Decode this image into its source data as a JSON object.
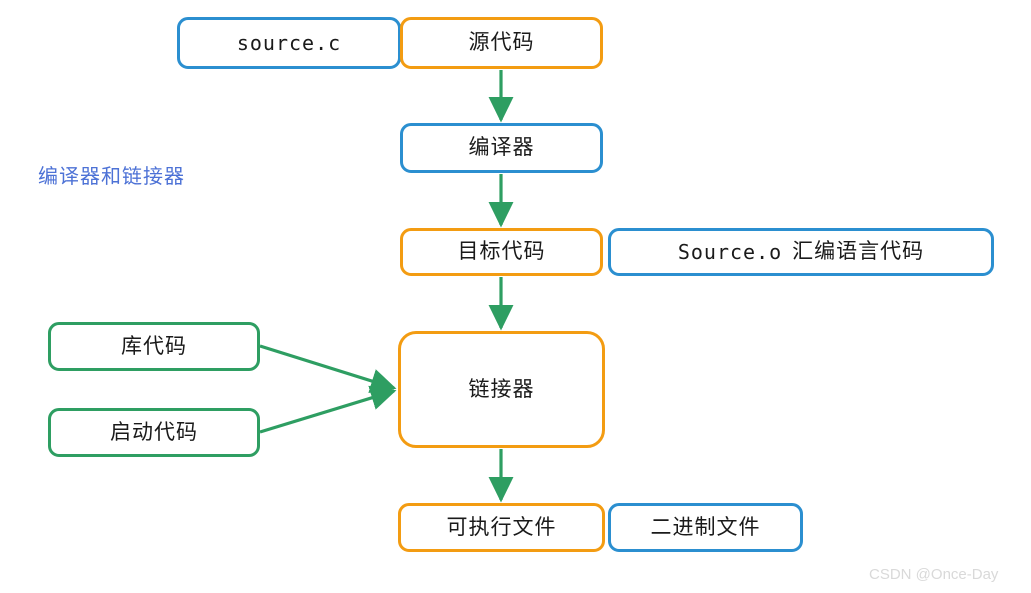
{
  "diagram": {
    "side_title": "编译器和链接器",
    "watermark": "CSDN @Once-Day",
    "colors": {
      "blue": "#2B8FD0",
      "orange": "#F39C12",
      "green": "#2E9E62",
      "title_blue": "#4D72D6",
      "watermark_gray": "#D9D9D9",
      "background": "#FFFFFF"
    },
    "nodes": {
      "source_c": "source.c",
      "source_code": "源代码",
      "compiler": "编译器",
      "object_code": "目标代码",
      "source_o_prefix": "Source.o",
      "source_o_suffix": "汇编语言代码",
      "library_code": "库代码",
      "startup_code": "启动代码",
      "linker": "链接器",
      "executable_file": "可执行文件",
      "binary_file": "二进制文件"
    },
    "edges": [
      {
        "from": "源代码",
        "to": "编译器",
        "style": "arrow-down",
        "color": "#2E9E62"
      },
      {
        "from": "编译器",
        "to": "目标代码",
        "style": "arrow-down",
        "color": "#2E9E62"
      },
      {
        "from": "目标代码",
        "to": "链接器",
        "style": "arrow-down",
        "color": "#2E9E62"
      },
      {
        "from": "库代码",
        "to": "链接器",
        "style": "arrow-diagonal",
        "color": "#2E9E62"
      },
      {
        "from": "启动代码",
        "to": "链接器",
        "style": "arrow-diagonal",
        "color": "#2E9E62"
      },
      {
        "from": "链接器",
        "to": "可执行文件",
        "style": "arrow-down",
        "color": "#2E9E62"
      }
    ]
  }
}
